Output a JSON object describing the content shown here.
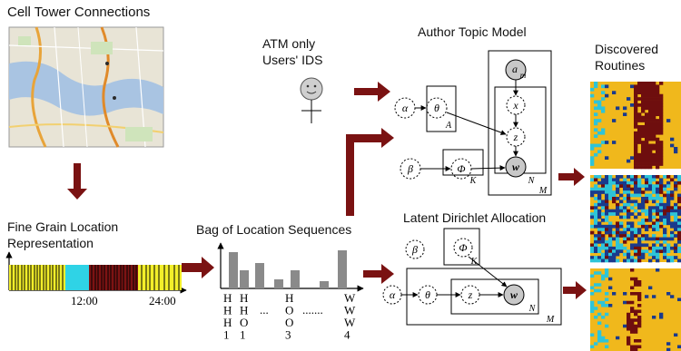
{
  "labels": {
    "cell_tower": "Cell Tower Connections",
    "fine_grain_1": "Fine Grain Location",
    "fine_grain_2": "Representation",
    "atm_1": "ATM only",
    "atm_2": "Users' IDS",
    "bag": "Bag of Location Sequences",
    "author_topic": "Author Topic Model",
    "lda": "Latent Dirichlet Allocation",
    "discovered_1": "Discovered",
    "discovered_2": "Routines"
  },
  "timeline": {
    "tick_1": "12:00",
    "tick_2": "24:00"
  },
  "bag_columns": [
    [
      "H",
      "H",
      "H",
      "1"
    ],
    [
      "H",
      "H",
      "O",
      "1"
    ],
    [
      "...",
      "",
      ""
    ],
    [
      "H",
      "O",
      "O",
      "3"
    ],
    [
      "......."
    ],
    [
      "W",
      "W",
      "W",
      "4"
    ]
  ],
  "atm_nodes": {
    "alpha": "α",
    "theta": "θ",
    "a": "a",
    "a_sub": "m",
    "x": "x",
    "z": "z",
    "w": "w",
    "beta": "β",
    "phi": "Φ",
    "plate_A": "A",
    "plate_K": "K",
    "plate_N": "N",
    "plate_M": "M"
  },
  "lda_nodes": {
    "beta": "β",
    "phi": "Φ",
    "alpha": "α",
    "theta": "θ",
    "z": "z",
    "w": "w",
    "plate_K": "K",
    "plate_N": "N",
    "plate_M": "M"
  },
  "colors": {
    "arrow": "#7a1212",
    "routine_yellow": "#f0b81c",
    "routine_darkred": "#6e0e0e",
    "routine_cyan": "#2ec4d8",
    "routine_blue": "#1a3a8c",
    "timeline_yellow": "#f3ef2a",
    "timeline_cyan": "#2fd3e6",
    "timeline_darkred": "#7d1313"
  }
}
